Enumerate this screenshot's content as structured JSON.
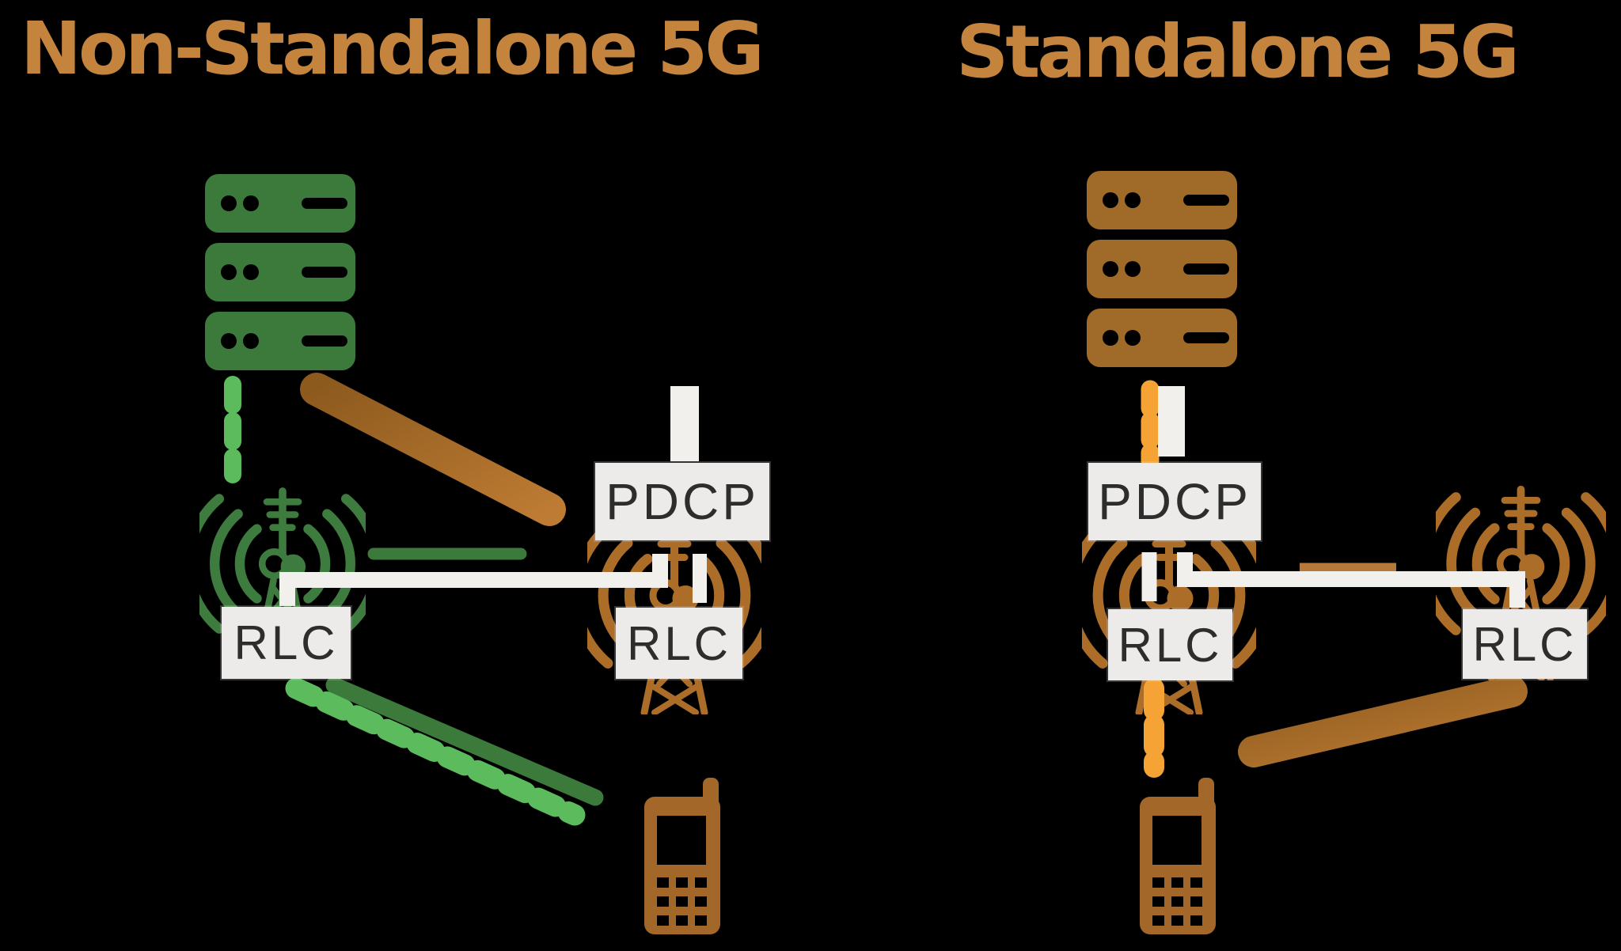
{
  "page": {
    "background": "#000000"
  },
  "colors": {
    "title_text": "#C5843E",
    "green_dark": "#3C7A3C",
    "green_light_dash": "#5CBB5C",
    "brown": "#AB6D28",
    "brown_bar_light": "#B5793A",
    "orange_dash": "#F5A334",
    "white_bar": "#F2F0ED",
    "label_bg": "#ECEBE9",
    "label_text": "#2D2D2D"
  },
  "nsa": {
    "title": "Non-Standalone 5G",
    "labels": {
      "pdcp": "PDCP",
      "rlc_tower": "RLC",
      "rlc_gnb": "RLC"
    }
  },
  "sa": {
    "title": "Standalone 5G",
    "labels": {
      "pdcp": "PDCP",
      "rlc_gnb": "RLC",
      "rlc_tower": "RLC"
    }
  }
}
